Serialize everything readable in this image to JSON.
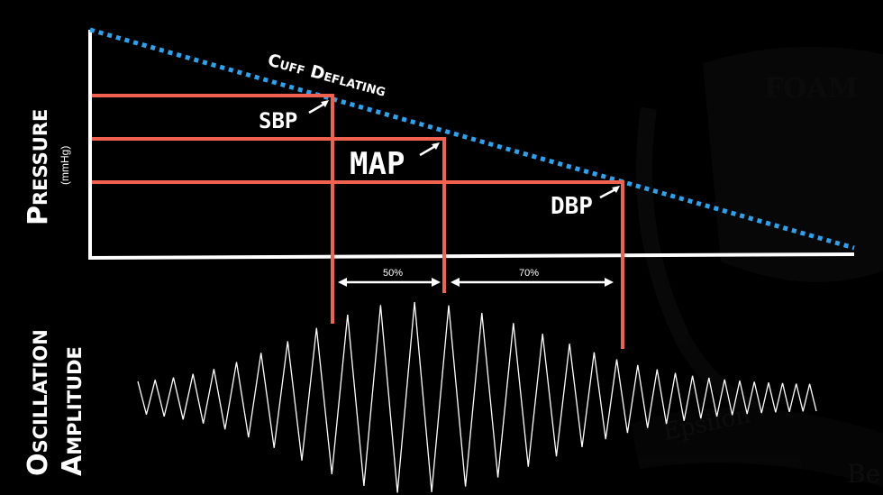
{
  "labels": {
    "pressure": "Pressure",
    "pressure_unit": "(mmHg)",
    "oscillation_line1": "Oscillation",
    "oscillation_line2": "Amplitude",
    "cuff": "Cuff Deflating",
    "sbp": "SBP",
    "map": "MAP",
    "dbp": "DBP",
    "pct_50": "50%",
    "pct_70": "70%",
    "watermark": "FOAM",
    "watermark2": "Epsilon",
    "watermark3": "Be"
  },
  "colors": {
    "background": "#000000",
    "cuff_line": "#2aa3f0",
    "marker_lines": "#f06150",
    "axes": "#ffffff",
    "waveform": "#ffffff"
  }
}
